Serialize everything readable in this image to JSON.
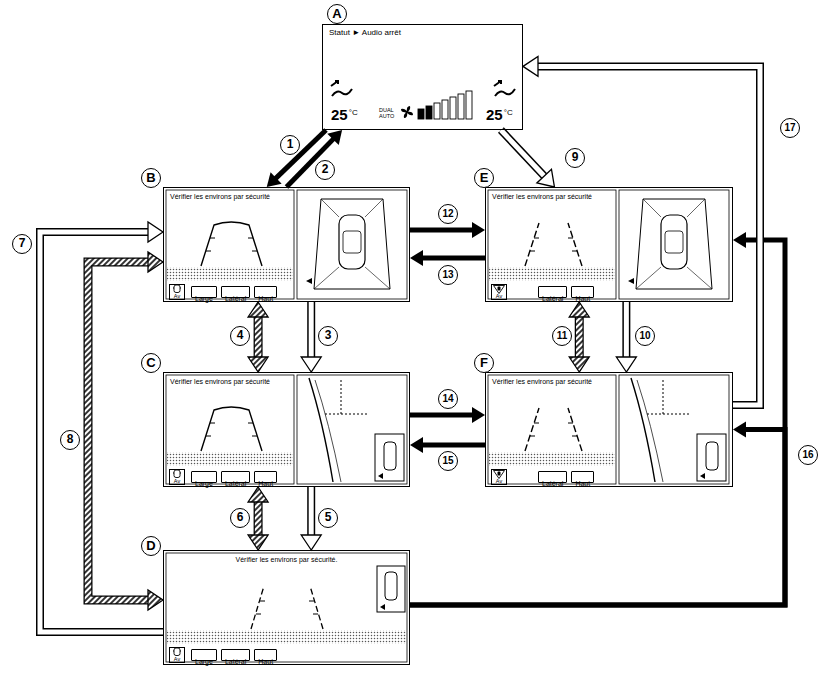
{
  "diagram": {
    "nodes": [
      {
        "text": [
          "A",
          "Statut ► Audio arrêt",
          "25",
          "°C",
          "DUAL AUTO",
          "25",
          "°C"
        ]
      },
      {
        "text": [
          "B",
          "Vérifier les environs par sécurité"
        ]
      },
      {
        "text": [
          "Av"
        ],
        "in": 1
      },
      {
        "text": [
          "Large"
        ],
        "in": 1
      },
      {
        "text": [
          "Latéral"
        ],
        "in": 1
      },
      {
        "text": [
          "Haut"
        ],
        "in": 1
      },
      {
        "text": [
          "E",
          "Vérifier les environs par sécurité"
        ]
      },
      {
        "text": [
          "Av"
        ],
        "in": 6
      },
      {
        "text": [
          "Latéral"
        ],
        "in": 6
      },
      {
        "text": [
          "Haut"
        ],
        "in": 6
      },
      {
        "text": [
          "C",
          "Vérifier les environs par sécurité"
        ]
      },
      {
        "text": [
          "Av"
        ],
        "in": 10
      },
      {
        "text": [
          "Large"
        ],
        "in": 10
      },
      {
        "text": [
          "Latéral"
        ],
        "in": 10
      },
      {
        "text": [
          "Haut"
        ],
        "in": 10
      },
      {
        "text": [
          "F",
          "Vérifier les environs par sécurité"
        ]
      },
      {
        "text": [
          "Av"
        ],
        "in": 15
      },
      {
        "text": [
          "Latéral"
        ],
        "in": 15
      },
      {
        "text": [
          "Haut"
        ],
        "in": 15
      },
      {
        "text": [
          "D",
          "Vérifier les environs par sécurité."
        ]
      },
      {
        "text": [
          "Av"
        ],
        "in": 19
      },
      {
        "text": [
          "Large"
        ],
        "in": 19
      },
      {
        "text": [
          "Latéral"
        ],
        "in": 19
      },
      {
        "text": [
          "Haut"
        ],
        "in": 19
      }
    ],
    "edges": [
      {
        "from": 0,
        "to": 1,
        "arrow": "to",
        "label": "1"
      },
      {
        "from": 1,
        "to": 0,
        "arrow": "to",
        "label": "2"
      },
      {
        "from": 1,
        "to": 10,
        "arrow": "to",
        "label": "3"
      },
      {
        "from": 1,
        "to": 10,
        "arrow": "both",
        "label": "4"
      },
      {
        "from": 10,
        "to": 19,
        "arrow": "to",
        "label": "5"
      },
      {
        "from": 10,
        "to": 19,
        "arrow": "both",
        "label": "6"
      },
      {
        "from": 19,
        "to": 1,
        "arrow": "to",
        "label": "7"
      },
      {
        "from": 19,
        "to": 1,
        "arrow": "both",
        "label": "8"
      },
      {
        "from": 0,
        "to": 6,
        "arrow": "to",
        "label": "9"
      },
      {
        "from": 6,
        "to": 15,
        "arrow": "to",
        "label": "10"
      },
      {
        "from": 6,
        "to": 15,
        "arrow": "both",
        "label": "11"
      },
      {
        "from": 1,
        "to": 6,
        "arrow": "to",
        "label": "12"
      },
      {
        "from": 6,
        "to": 1,
        "arrow": "to",
        "label": "13"
      },
      {
        "from": 10,
        "to": 15,
        "arrow": "to",
        "label": "14"
      },
      {
        "from": 15,
        "to": 10,
        "arrow": "to",
        "label": "15"
      },
      {
        "from": 19,
        "to": 6,
        "arrow": "to",
        "label": "16"
      },
      {
        "from": 19,
        "to": 15,
        "arrow": "to"
      },
      {
        "from": 15,
        "to": 0,
        "arrow": "to",
        "label": "17"
      }
    ]
  }
}
